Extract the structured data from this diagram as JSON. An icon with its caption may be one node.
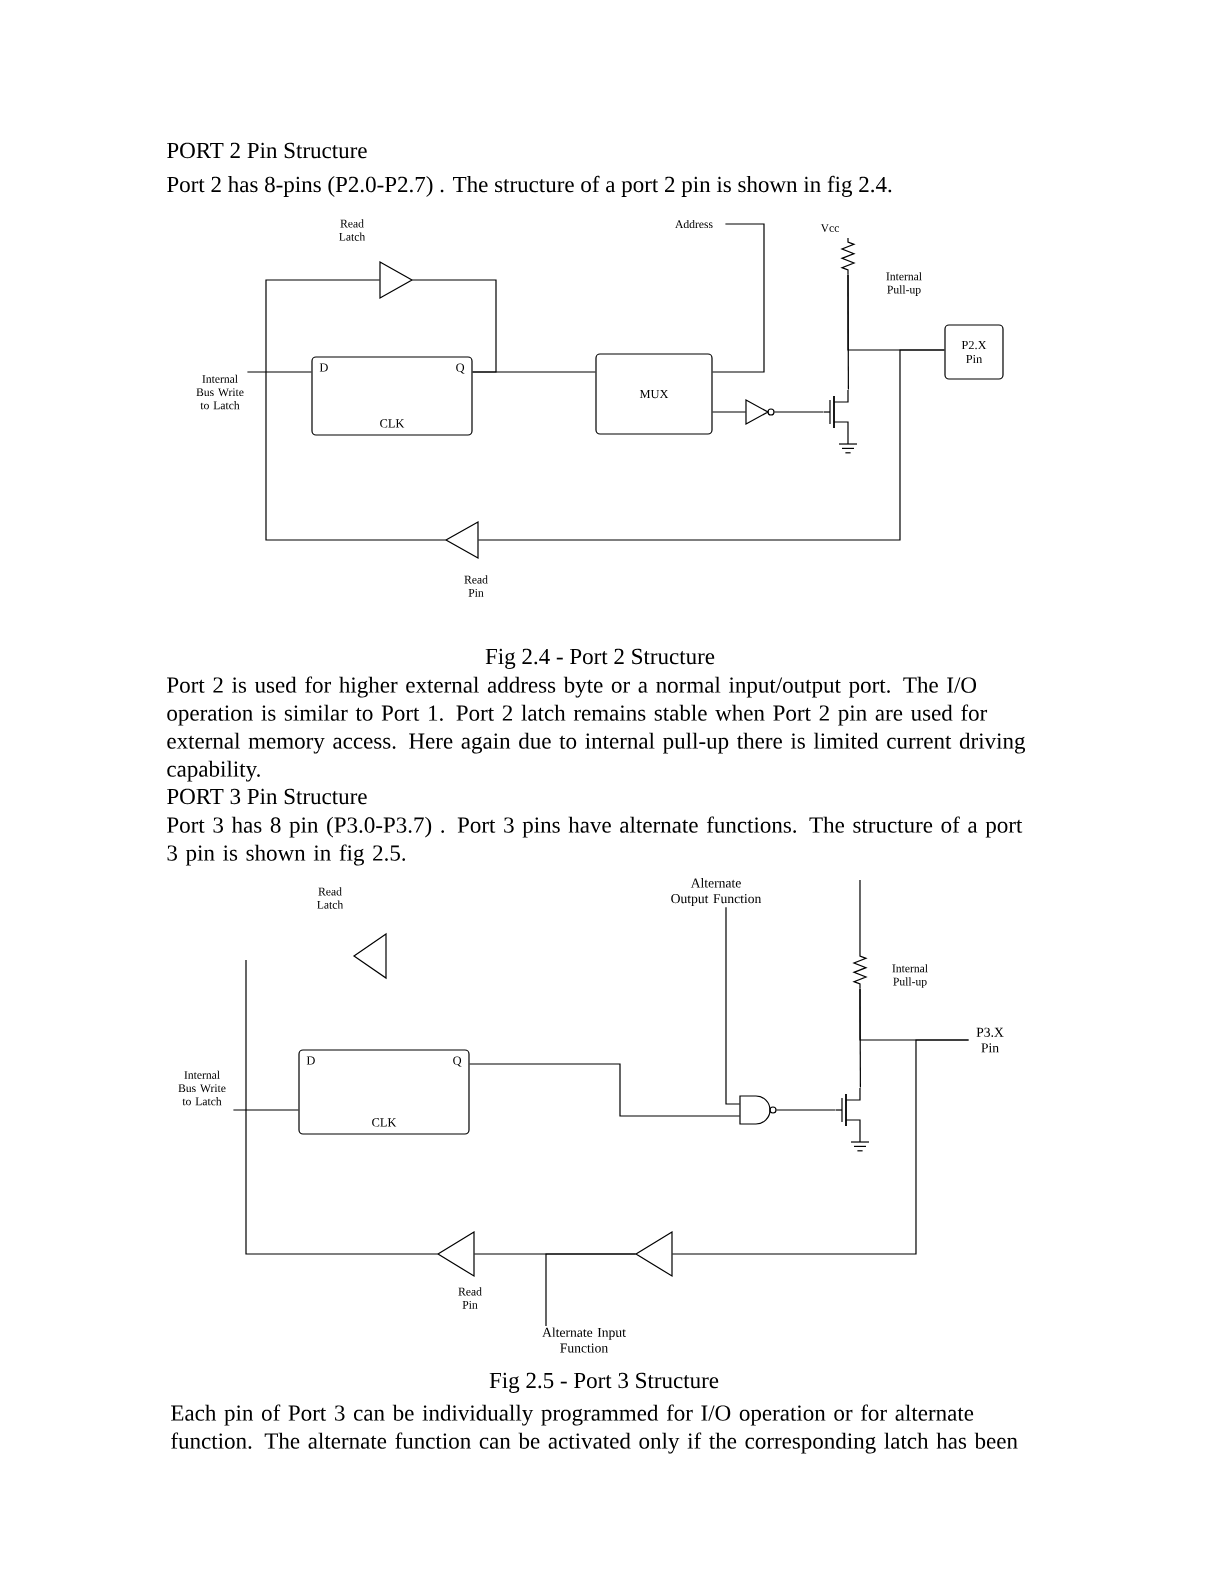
{
  "diagram": {
    "nodes": [
      {
        "text": [
          "Internal Bus Write to Latch"
        ]
      },
      {
        "text": [
          "D",
          "Q",
          "CLK"
        ]
      },
      {
        "text": [
          "MUX"
        ]
      },
      {
        "text": [],
        "shape": "triangle",
        "beside": [
          "Read Latch"
        ]
      },
      {
        "text": [],
        "shape": "inverter"
      },
      {
        "text": [],
        "shape": "transistor"
      },
      {
        "text": [
          "P2.X Pin"
        ]
      },
      {
        "text": [
          "Internal Pull-up"
        ]
      },
      {
        "text": [],
        "shape": "triangle",
        "beside": [
          "Read Pin"
        ]
      },
      {
        "text": [
          "Address"
        ]
      },
      {
        "text": [],
        "shape": "triangle",
        "beside": [
          "Read Latch"
        ]
      },
      {
        "text": [
          "Internal Bus Write to Latch"
        ]
      },
      {
        "text": [
          "D",
          "Q",
          "CLK"
        ]
      },
      {
        "text": [
          "Alternate Output Function"
        ]
      },
      {
        "text": [],
        "shape": "gate"
      },
      {
        "text": [],
        "shape": "transistor"
      },
      {
        "text": [
          "Internal Pull-up"
        ]
      },
      {
        "text": [
          "P3.X Pin"
        ]
      },
      {
        "text": [],
        "shape": "triangle",
        "beside": [
          "Read Pin"
        ]
      },
      {
        "text": [],
        "shape": "triangle"
      },
      {
        "text": [
          "Alternate Input Function"
        ]
      }
    ],
    "edges": [
      {
        "from": 0,
        "to": 1,
        "arrow": "none"
      },
      {
        "from": 1,
        "to": 2,
        "arrow": "none"
      },
      {
        "from": 3,
        "to": 1,
        "arrow": "none"
      },
      {
        "from": 8,
        "to": 3,
        "arrow": "none"
      },
      {
        "from": 9,
        "to": 2,
        "arrow": "none"
      },
      {
        "from": 2,
        "to": 4,
        "arrow": "none"
      },
      {
        "from": 4,
        "to": 5,
        "arrow": "none"
      },
      {
        "from": 5,
        "to": 7,
        "arrow": "none"
      },
      {
        "from": 7,
        "to": 6,
        "arrow": "none"
      },
      {
        "from": 6,
        "to": 8,
        "arrow": "none"
      },
      {
        "from": 11,
        "to": 12,
        "arrow": "none"
      },
      {
        "from": 12,
        "to": 14,
        "arrow": "none"
      },
      {
        "from": 13,
        "to": 14,
        "arrow": "none"
      },
      {
        "from": 14,
        "to": 15,
        "arrow": "none"
      },
      {
        "from": 15,
        "to": 16,
        "arrow": "none"
      },
      {
        "from": 16,
        "to": 17,
        "arrow": "none"
      },
      {
        "from": 17,
        "to": 19,
        "arrow": "none"
      },
      {
        "from": 19,
        "to": 18,
        "arrow": "none"
      },
      {
        "from": 19,
        "to": 20,
        "arrow": "none"
      },
      {
        "from": 18,
        "to": null,
        "arrow": "none"
      }
    ],
    "labels": [
      "PORT 2 Pin Structure",
      "Port 2 has 8-pins (P2.0-P2.7) . The structure of a port 2 pin is shown in fig 2.4.",
      "Vcc",
      "Fig 2.4 - Port 2 Structure",
      "Port 2 is used for higher external address byte or a normal input/output port. The I/O operation is similar to Port 1. Port 2 latch remains stable when Port 2 pin are used for external memory access. Here again due to internal pull-up there is limited current driving capability.",
      "PORT 3 Pin Structure",
      "Port 3 has 8 pin (P3.0-P3.7) . Port 3 pins have alternate functions. The structure of a port 3 pin is shown in fig 2.5.",
      "Fig 2.5 - Port 3 Structure",
      "Each pin of Port 3 can be individually programmed for I/O operation or for alternate function. The alternate function can be activated only if the corresponding latch has been"
    ]
  }
}
